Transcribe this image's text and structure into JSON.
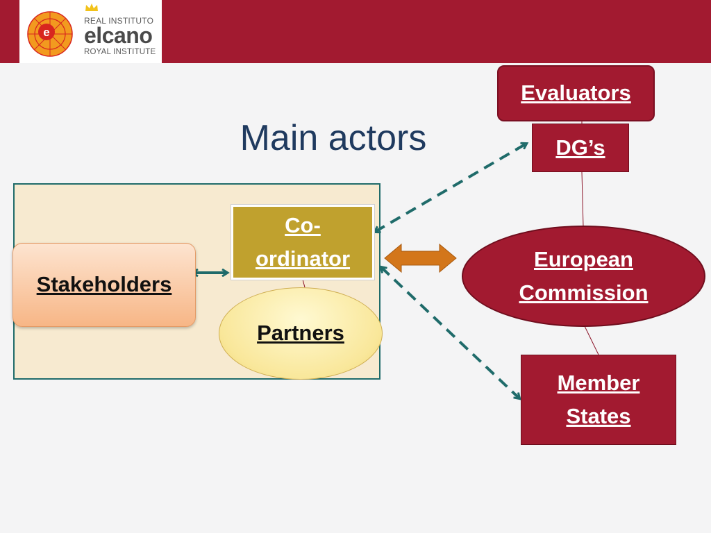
{
  "header": {
    "logo": {
      "line1": "REAL INSTITUTO",
      "line2": "elcano",
      "line3": "ROYAL INSTITUTE"
    }
  },
  "slide": {
    "title": "Main actors"
  },
  "nodes": {
    "stakeholders": "Stakeholders",
    "coordinator": [
      "Co-",
      "ordinator"
    ],
    "partners": "Partners",
    "evaluators": "Evaluators",
    "dgs": "DG’s",
    "european_commission": [
      "European",
      "Commission"
    ],
    "member_states": [
      "Member",
      "States"
    ]
  },
  "colors": {
    "brand_red": "#a21a30",
    "title_blue": "#1f3a5f",
    "teal_arrow": "#1f6b6a",
    "coordinator_gold": "#c0a12e",
    "orange_arrow": "#d3761a",
    "group_fill": "#f7ead0"
  }
}
